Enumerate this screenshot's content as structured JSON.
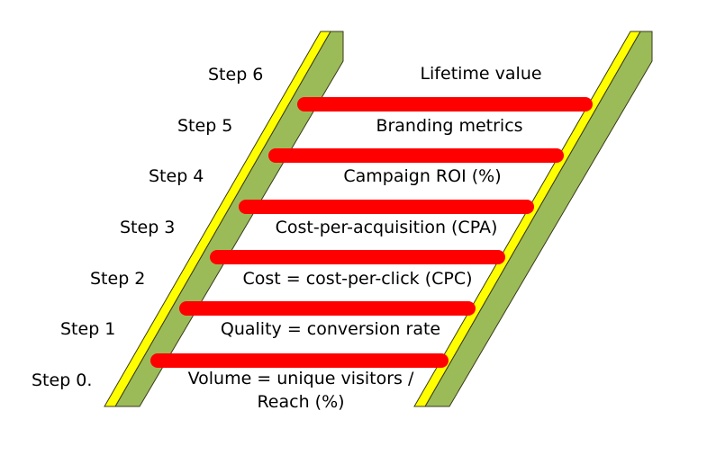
{
  "colors": {
    "rail_face": "#9bbb59",
    "rail_edge": "#ffff00",
    "rail_outline": "#3a3a1a",
    "rung": "#ff0000"
  },
  "steps": [
    {
      "step_label": "Step 0.",
      "metric": "Volume = unique visitors /\nReach (%)"
    },
    {
      "step_label": "Step 1",
      "metric": "Quality = conversion rate"
    },
    {
      "step_label": "Step 2",
      "metric": "Cost = cost-per-click (CPC)"
    },
    {
      "step_label": "Step 3",
      "metric": "Cost-per-acquisition (CPA)"
    },
    {
      "step_label": "Step 4",
      "metric": "Campaign ROI (%)"
    },
    {
      "step_label": "Step 5",
      "metric": "Branding metrics"
    },
    {
      "step_label": "Step 6",
      "metric": "Lifetime value"
    }
  ]
}
